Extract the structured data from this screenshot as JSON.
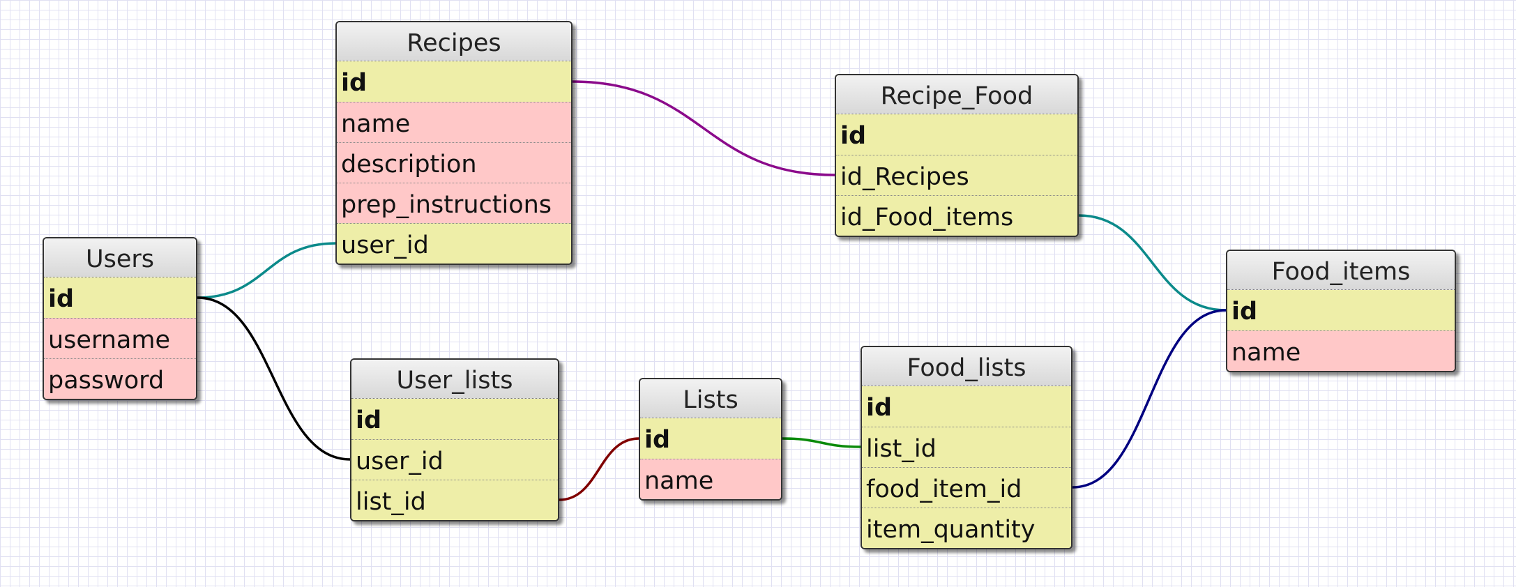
{
  "tables": [
    {
      "id": "recipes",
      "title": "Recipes",
      "fields": [
        {
          "name": "id",
          "kind": "key"
        },
        {
          "name": "name",
          "kind": "plain"
        },
        {
          "name": "description",
          "kind": "plain"
        },
        {
          "name": "prep_instructions",
          "kind": "plain"
        },
        {
          "name": "user_id",
          "kind": "fk"
        }
      ]
    },
    {
      "id": "recipe_food",
      "title": "Recipe_Food",
      "fields": [
        {
          "name": "id",
          "kind": "key"
        },
        {
          "name": "id_Recipes",
          "kind": "fk"
        },
        {
          "name": "id_Food_items",
          "kind": "fk"
        }
      ]
    },
    {
      "id": "users",
      "title": "Users",
      "fields": [
        {
          "name": "id",
          "kind": "key"
        },
        {
          "name": "username",
          "kind": "plain"
        },
        {
          "name": "password",
          "kind": "plain"
        }
      ]
    },
    {
      "id": "food_items",
      "title": "Food_items",
      "fields": [
        {
          "name": "id",
          "kind": "key"
        },
        {
          "name": "name",
          "kind": "plain"
        }
      ]
    },
    {
      "id": "user_lists",
      "title": "User_lists",
      "fields": [
        {
          "name": "id",
          "kind": "key"
        },
        {
          "name": "user_id",
          "kind": "fk"
        },
        {
          "name": "list_id",
          "kind": "fk"
        }
      ]
    },
    {
      "id": "lists",
      "title": "Lists",
      "fields": [
        {
          "name": "id",
          "kind": "key"
        },
        {
          "name": "name",
          "kind": "plain"
        }
      ]
    },
    {
      "id": "food_lists",
      "title": "Food_lists",
      "fields": [
        {
          "name": "id",
          "kind": "key"
        },
        {
          "name": "list_id",
          "kind": "fk"
        },
        {
          "name": "food_item_id",
          "kind": "fk"
        },
        {
          "name": "item_quantity",
          "kind": "fk"
        }
      ]
    }
  ],
  "relations": [
    {
      "from_table": "recipes",
      "from_field": "id",
      "to_table": "recipe_food",
      "to_field": "id_Recipes",
      "color": "#8b0a8b"
    },
    {
      "from_table": "users",
      "from_field": "id",
      "to_table": "recipes",
      "to_field": "user_id",
      "color": "#0b8a8a"
    },
    {
      "from_table": "users",
      "from_field": "id",
      "to_table": "user_lists",
      "to_field": "user_id",
      "color": "#000000"
    },
    {
      "from_table": "recipe_food",
      "from_field": "id_Food_items",
      "to_table": "food_items",
      "to_field": "id",
      "color": "#0b8a8a"
    },
    {
      "from_table": "user_lists",
      "from_field": "list_id",
      "to_table": "lists",
      "to_field": "id",
      "color": "#800000"
    },
    {
      "from_table": "lists",
      "from_field": "id",
      "to_table": "food_lists",
      "to_field": "list_id",
      "color": "#0a8a0a"
    },
    {
      "from_table": "food_lists",
      "from_field": "food_item_id",
      "to_table": "food_items",
      "to_field": "id",
      "color": "#000080"
    }
  ]
}
